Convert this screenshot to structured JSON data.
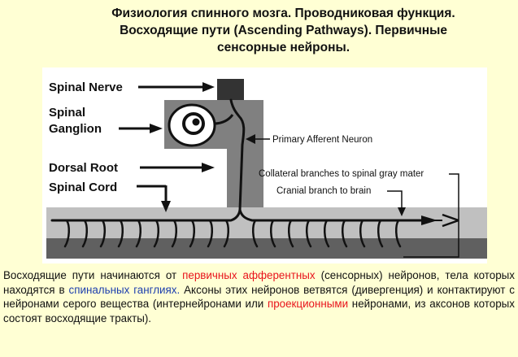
{
  "title_lines": [
    "Физиология спинного мозга. Проводниковая функция.",
    "Восходящие пути (Ascending Pathways). Первичные",
    "сенсорные нейроны."
  ],
  "diagram": {
    "labels": {
      "spinal_nerve": "Spinal Nerve",
      "spinal_ganglion_1": "Spinal",
      "spinal_ganglion_2": "Ganglion",
      "dorsal_root": "Dorsal Root",
      "spinal_cord": "Spinal Cord",
      "primary_afferent": "Primary Afferent Neuron",
      "collateral": "Collateral branches to spinal gray mater",
      "cranial": "Cranial branch to brain"
    },
    "colors": {
      "light_gray": "#c0c0c0",
      "mid_gray": "#808080",
      "dark_gray": "#606060",
      "black": "#222222"
    }
  },
  "paragraph": {
    "p1": "Восходящие пути начинаются от ",
    "p2": "первичных афферентных",
    "p3": " (сенсорных) нейронов, тела которых находятся в ",
    "p4": "спинальных ганглиях.",
    "p5": " Аксоны этих нейронов ветвятся (дивергенция) и контактируют с нейронами серого вещества (интернейронами или ",
    "p6": "проекционными",
    "p7": " нейронами, из аксонов которых состоят восходящие тракты)."
  }
}
